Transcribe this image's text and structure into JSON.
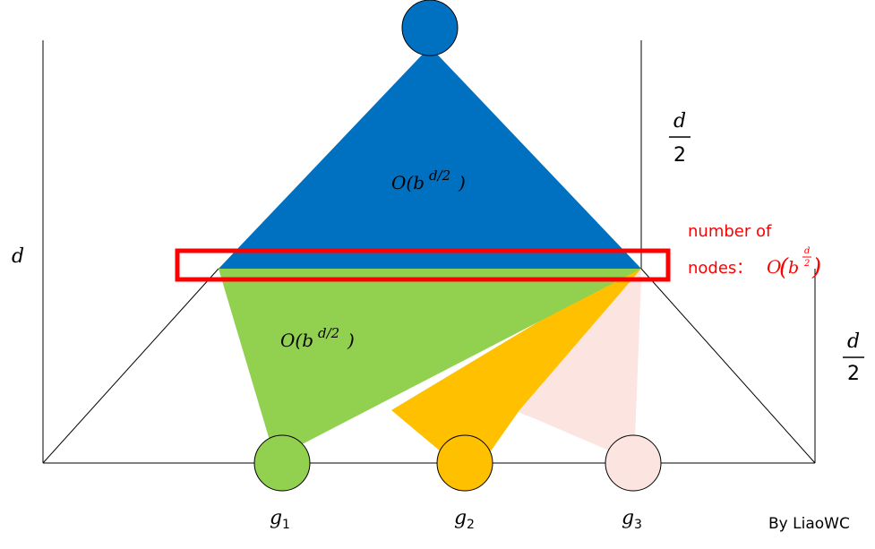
{
  "colors": {
    "blue": "#0070C0",
    "green": "#92D050",
    "orange": "#FFC000",
    "pink": "#FCE4E0",
    "red": "#FF0000",
    "line": "#000000"
  },
  "labels": {
    "depth_d": "d",
    "half_top_num": "d",
    "half_top_den": "2",
    "half_bottom_num": "d",
    "half_bottom_den": "2",
    "blue_complexity_base": "O(b",
    "blue_complexity_exp": "d/2",
    "blue_complexity_close": ")",
    "green_complexity_base": "O(b",
    "green_complexity_exp": "d/2",
    "green_complexity_close": ")",
    "frontier_note_line1": "number of",
    "frontier_note_line2": "nodes：",
    "frontier_note_O": "O",
    "frontier_note_b": "b",
    "frontier_note_exp_num": "d",
    "frontier_note_exp_den": "2",
    "goal1_letter": "g",
    "goal1_sub": "1",
    "goal2_letter": "g",
    "goal2_sub": "2",
    "goal3_letter": "g",
    "goal3_sub": "3",
    "credit": "By LiaoWC"
  }
}
